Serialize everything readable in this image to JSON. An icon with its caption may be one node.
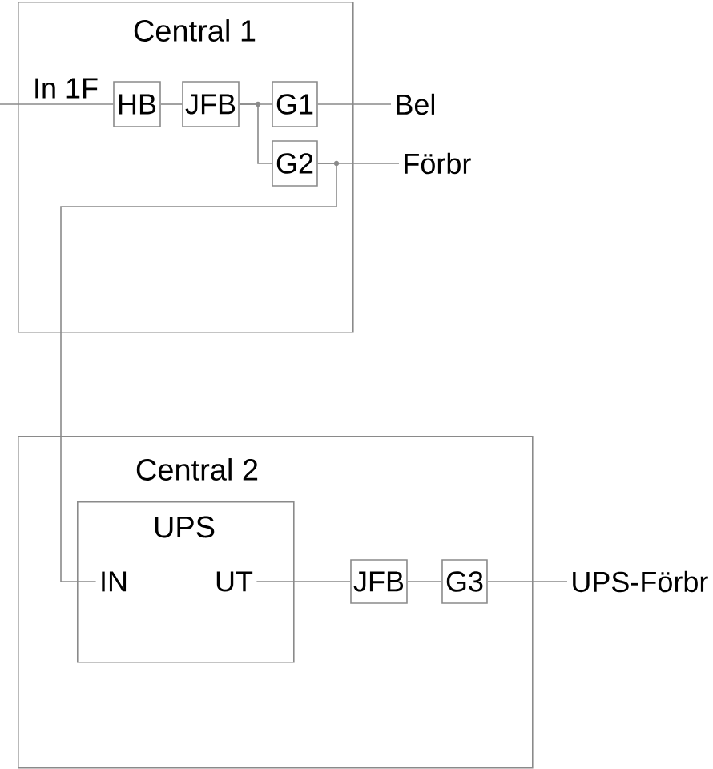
{
  "diagram": {
    "nodes": [
      {
        "text": [
          "Central 1"
        ]
      },
      {
        "text": [
          "HB"
        ],
        "in": 0
      },
      {
        "text": [
          "JFB"
        ],
        "in": 0
      },
      {
        "text": [
          "G1"
        ],
        "in": 0
      },
      {
        "text": [
          "G2"
        ],
        "in": 0
      },
      {
        "text": [
          "Bel"
        ]
      },
      {
        "text": [
          "Förbr"
        ]
      },
      {
        "text": [
          "Central 2"
        ]
      },
      {
        "text": [
          "UPS"
        ],
        "in": 7
      },
      {
        "text": [
          "IN"
        ],
        "in": 8
      },
      {
        "text": [
          "UT"
        ],
        "in": 8
      },
      {
        "text": [
          "JFB"
        ],
        "in": 7
      },
      {
        "text": [
          "G3"
        ],
        "in": 7
      },
      {
        "text": [
          "UPS-Förbr"
        ]
      }
    ],
    "edges": [
      {
        "from": null,
        "to": 1,
        "arrow": "none",
        "label": "In 1F"
      },
      {
        "from": 1,
        "to": 2,
        "arrow": "none"
      },
      {
        "from": 2,
        "to": 3,
        "arrow": "none"
      },
      {
        "from": 2,
        "to": 4,
        "arrow": "none"
      },
      {
        "from": 3,
        "to": 5,
        "arrow": "none"
      },
      {
        "from": 4,
        "to": 6,
        "arrow": "none"
      },
      {
        "from": 4,
        "to": 9,
        "arrow": "none"
      },
      {
        "from": 10,
        "to": 11,
        "arrow": "none"
      },
      {
        "from": 11,
        "to": 12,
        "arrow": "none"
      },
      {
        "from": 12,
        "to": 13,
        "arrow": "none"
      }
    ]
  }
}
